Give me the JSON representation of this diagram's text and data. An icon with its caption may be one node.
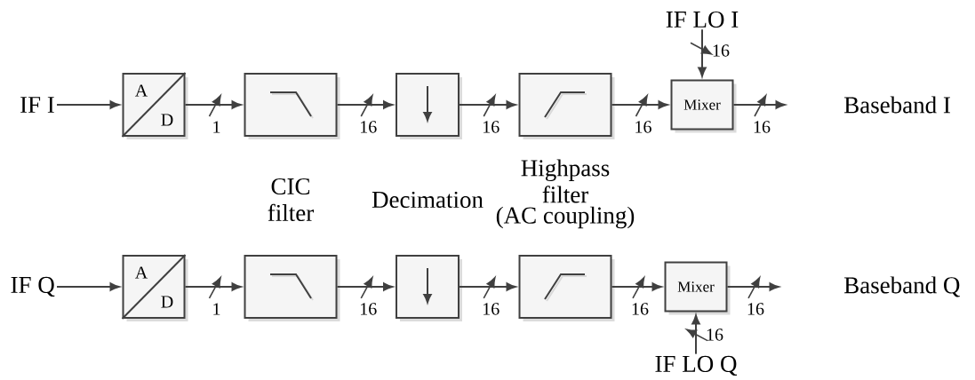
{
  "diagram": {
    "nodes": [
      {
        "text": [
          "IF LO I"
        ]
      },
      {
        "text": [
          "IF I"
        ]
      },
      {
        "text": [
          "A",
          "D"
        ]
      },
      {
        "text": [],
        "shape": "box"
      },
      {
        "text": [],
        "shape": "box"
      },
      {
        "text": [],
        "shape": "box"
      },
      {
        "text": [
          "Mixer"
        ]
      },
      {
        "text": [
          "IF Q"
        ]
      },
      {
        "text": [
          "A",
          "D"
        ]
      },
      {
        "text": [],
        "shape": "box"
      },
      {
        "text": [],
        "shape": "box"
      },
      {
        "text": [],
        "shape": "box"
      },
      {
        "text": [
          "Mixer"
        ]
      },
      {
        "text": [
          "IF LO Q"
        ]
      }
    ],
    "edges": [
      {
        "from": 1,
        "to": 2,
        "arrow": "to"
      },
      {
        "from": 2,
        "to": 3,
        "arrow": "to",
        "label": "1"
      },
      {
        "from": 3,
        "to": 4,
        "arrow": "to",
        "label": "16"
      },
      {
        "from": 4,
        "to": 5,
        "arrow": "to",
        "label": "16"
      },
      {
        "from": 5,
        "to": 6,
        "arrow": "to",
        "label": "16"
      },
      {
        "from": 6,
        "to": null,
        "arrow": "to",
        "label": "16"
      },
      {
        "from": 0,
        "to": 6,
        "arrow": "to",
        "label": "16"
      },
      {
        "from": 7,
        "to": 8,
        "arrow": "to"
      },
      {
        "from": 8,
        "to": 9,
        "arrow": "to",
        "label": "1"
      },
      {
        "from": 9,
        "to": 10,
        "arrow": "to",
        "label": "16"
      },
      {
        "from": 10,
        "to": 11,
        "arrow": "to",
        "label": "16"
      },
      {
        "from": 11,
        "to": 12,
        "arrow": "to",
        "label": "16"
      },
      {
        "from": 12,
        "to": null,
        "arrow": "to",
        "label": "16"
      },
      {
        "from": 13,
        "to": 12,
        "arrow": "to",
        "label": "16"
      }
    ],
    "labels": [
      "Baseband I",
      "CIC filter",
      "Decimation",
      "Highpass filter",
      "(AC coupling)",
      "Baseband Q"
    ]
  }
}
